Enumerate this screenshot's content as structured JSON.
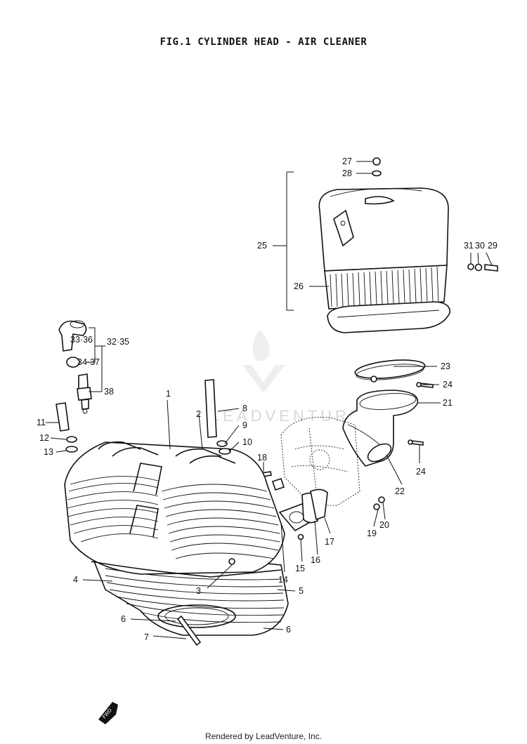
{
  "title": "FIG.1  CYLINDER HEAD - AIR CLEANER",
  "footer": "Rendered by LeadVenture, Inc.",
  "watermark": "LEADVENTURE",
  "part_labels": {
    "p1": "1",
    "p2": "2",
    "p3": "3",
    "p4": "4",
    "p5": "5",
    "p6a": "6",
    "p6b": "6",
    "p7": "7",
    "p8": "8",
    "p9": "9",
    "p10": "10",
    "p11": "11",
    "p12": "12",
    "p13": "13",
    "p14": "14",
    "p15": "15",
    "p16": "16",
    "p17": "17",
    "p18": "18",
    "p19": "19",
    "p20": "20",
    "p21": "21",
    "p22": "22",
    "p23": "23",
    "p24a": "24",
    "p24b": "24",
    "p25": "25",
    "p26": "26",
    "p27": "27",
    "p28": "28",
    "p29": "29",
    "p30": "30",
    "p31": "31",
    "p3235": "32·35",
    "p3336": "33·36",
    "p3437": "34·37",
    "p38": "38"
  },
  "fwd_badge": "FWD"
}
